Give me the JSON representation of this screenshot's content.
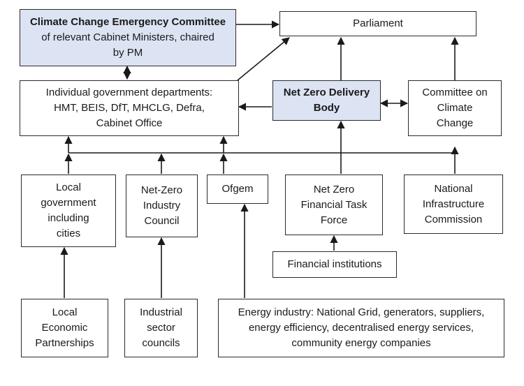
{
  "nodes": {
    "ccec": {
      "title": "Climate Change Emergency Committee",
      "lines": [
        "of relevant Cabinet Ministers, chaired",
        "by PM"
      ]
    },
    "parliament": {
      "lines": [
        "Parliament"
      ]
    },
    "departments": {
      "lines": [
        "Individual government departments:",
        "HMT, BEIS, DfT, MHCLG, Defra,",
        "Cabinet Office"
      ]
    },
    "netzero_body": {
      "title": "Net Zero Delivery",
      "title2": "Body"
    },
    "ccc": {
      "lines": [
        "Committee on",
        "Climate",
        "Change"
      ]
    },
    "local_gov": {
      "lines": [
        "Local",
        "government",
        "including",
        "cities"
      ]
    },
    "industry_council": {
      "lines": [
        "Net-Zero",
        "Industry",
        "Council"
      ]
    },
    "ofgem": {
      "lines": [
        "Ofgem"
      ]
    },
    "financial_taskforce": {
      "lines": [
        "Net Zero",
        "Financial Task",
        "Force"
      ]
    },
    "nic": {
      "lines": [
        "National",
        "Infrastructure",
        "Commission"
      ]
    },
    "financial_institutions": {
      "lines": [
        "Financial institutions"
      ]
    },
    "leps": {
      "lines": [
        "Local",
        "Economic",
        "Partnerships"
      ]
    },
    "sector_councils": {
      "lines": [
        "Industrial",
        "sector",
        "councils"
      ]
    },
    "energy_industry": {
      "lines": [
        "Energy industry: National Grid, generators, suppliers,",
        "energy efficiency, decentralised energy services,",
        "community energy companies"
      ]
    }
  },
  "colors": {
    "highlight_fill": "#dce3f3",
    "border": "#2b2b2b",
    "arrow": "#1a1a1a"
  }
}
